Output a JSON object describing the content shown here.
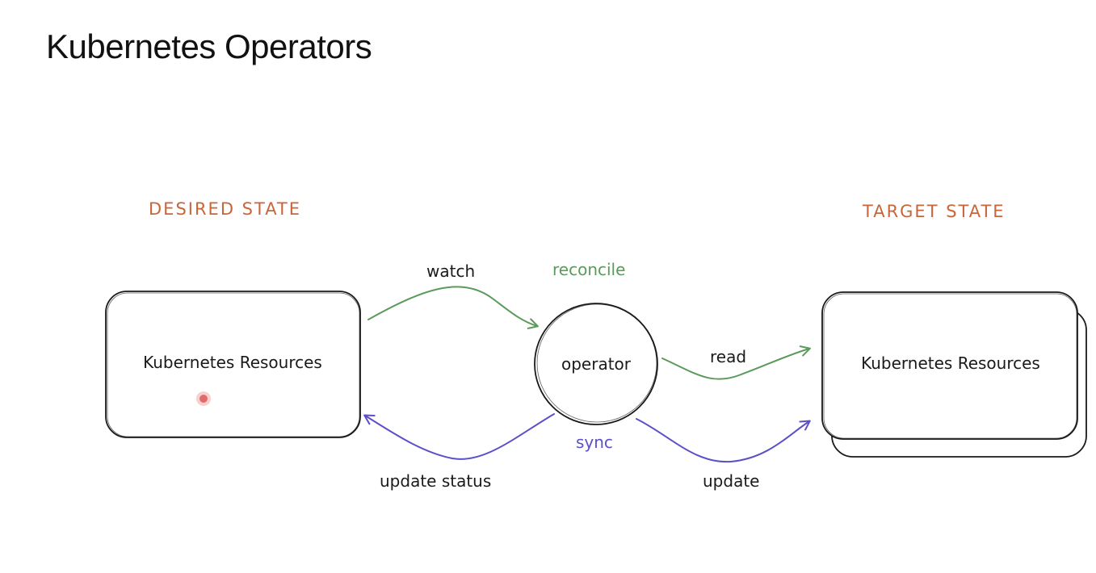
{
  "slide": {
    "title": "Kubernetes Operators"
  },
  "diagram": {
    "desired_state_label": "DESIRED STATE",
    "target_state_label": "TARGET STATE",
    "left_box_label": "Kubernetes Resources",
    "right_box_label": "Kubernetes Resources",
    "operator_label": "operator",
    "edges": {
      "watch": "watch",
      "reconcile": "reconcile",
      "read": "read",
      "sync": "sync",
      "update_status": "update status",
      "update": "update"
    }
  },
  "colors": {
    "state_label": "#c8663a",
    "reconcile_green": "#5a9a5a",
    "sync_purple": "#5b50c8",
    "ink": "#1a1a1a"
  }
}
